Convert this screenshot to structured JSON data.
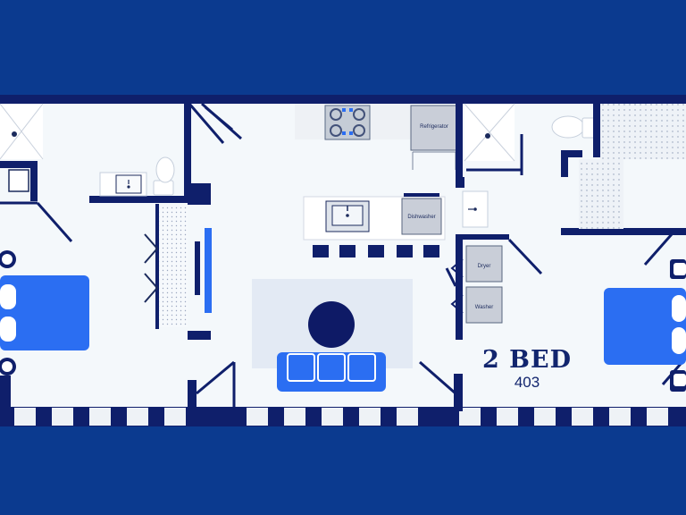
{
  "floorplan": {
    "unit_type": "2 BED",
    "unit_number": "403",
    "appliances": {
      "refrigerator": "Refrigerator",
      "dishwasher": "Dishwasher",
      "dryer": "Dryer",
      "washer": "Washer"
    }
  },
  "colors": {
    "background": "#0b3a8f",
    "floor": "#f4f8fb",
    "wall": "#0f1f6b",
    "accent_blue": "#2b6ef2",
    "round_table": "#0e1a66",
    "rug": "#e3eaf4"
  },
  "icons": [
    "stove-icon",
    "sink-icon",
    "toilet-icon",
    "bed-icon",
    "sofa-icon",
    "tv-icon",
    "table-icon",
    "shower-icon"
  ]
}
